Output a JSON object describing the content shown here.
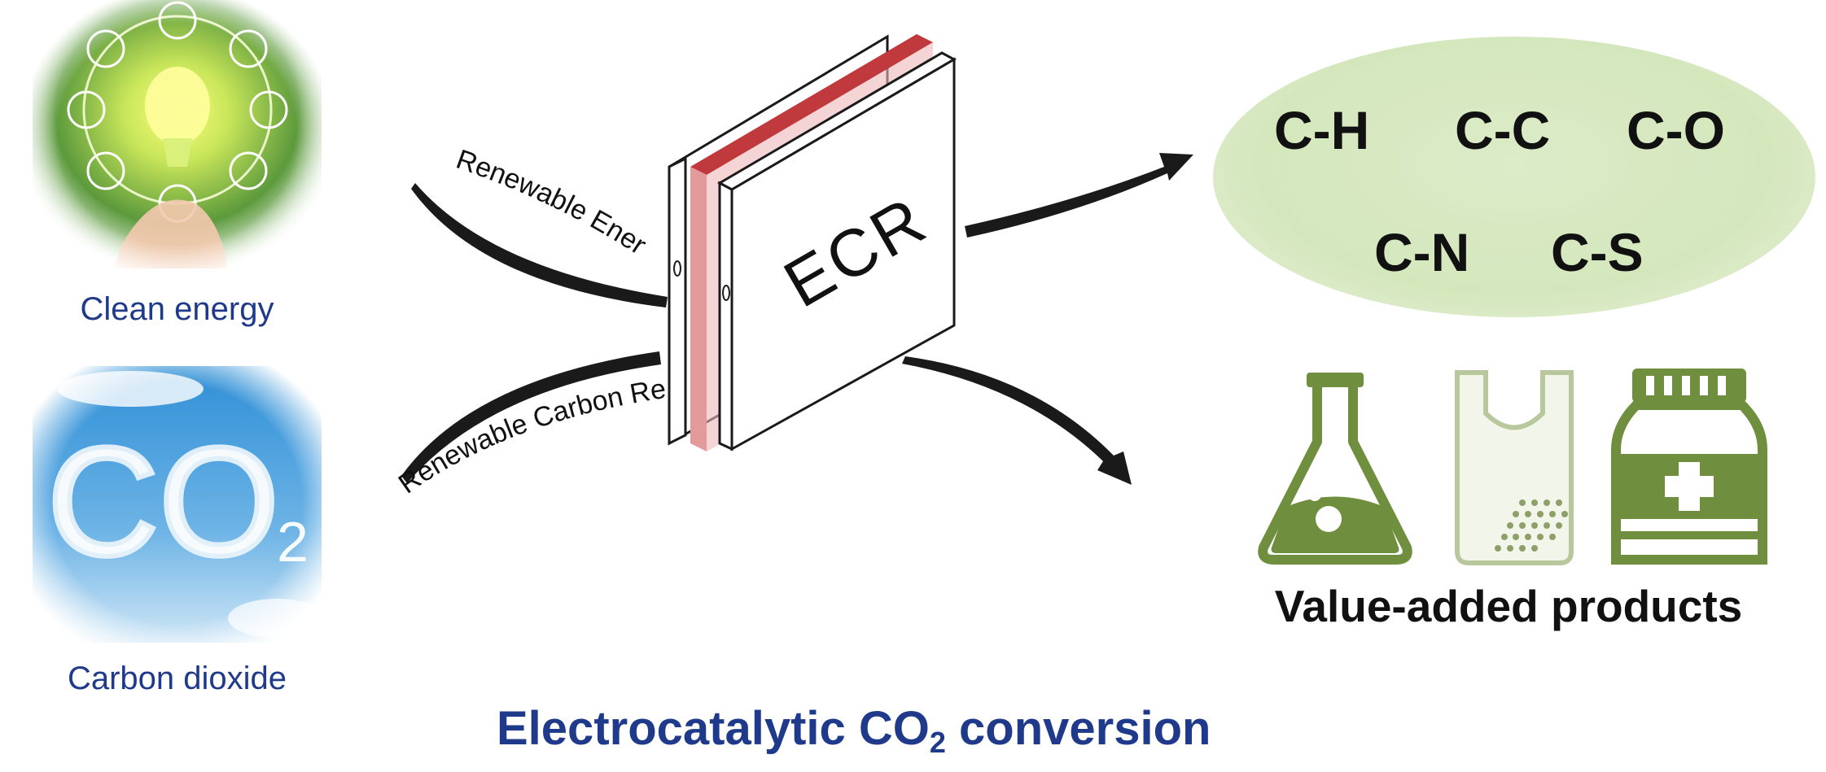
{
  "left_panels": {
    "clean_energy_caption": "Clean energy",
    "co2_caption": "Carbon dioxide",
    "co2_cloud_text": "CO",
    "co2_cloud_subscript": "2"
  },
  "process": {
    "ecr_label": "ECR",
    "input_energy_label": "Renewable Energy",
    "input_carbon_label": "Renewable Carbon Resources"
  },
  "bonds": [
    "C-H",
    "C-C",
    "C-O",
    "C-N",
    "C-S"
  ],
  "products": {
    "label": "Value-added products",
    "icons": [
      "flask-icon",
      "plastic-bag-icon",
      "medicine-bottle-icon"
    ]
  },
  "title": {
    "prefix": "Electrocatalytic CO",
    "subscript": "2",
    "suffix": " conversion"
  },
  "colors": {
    "caption_blue": "#1f3a8a",
    "product_green": "#6f8f3e",
    "ellipse_green": "#dcebc8",
    "membrane_red": "#c0393d"
  }
}
